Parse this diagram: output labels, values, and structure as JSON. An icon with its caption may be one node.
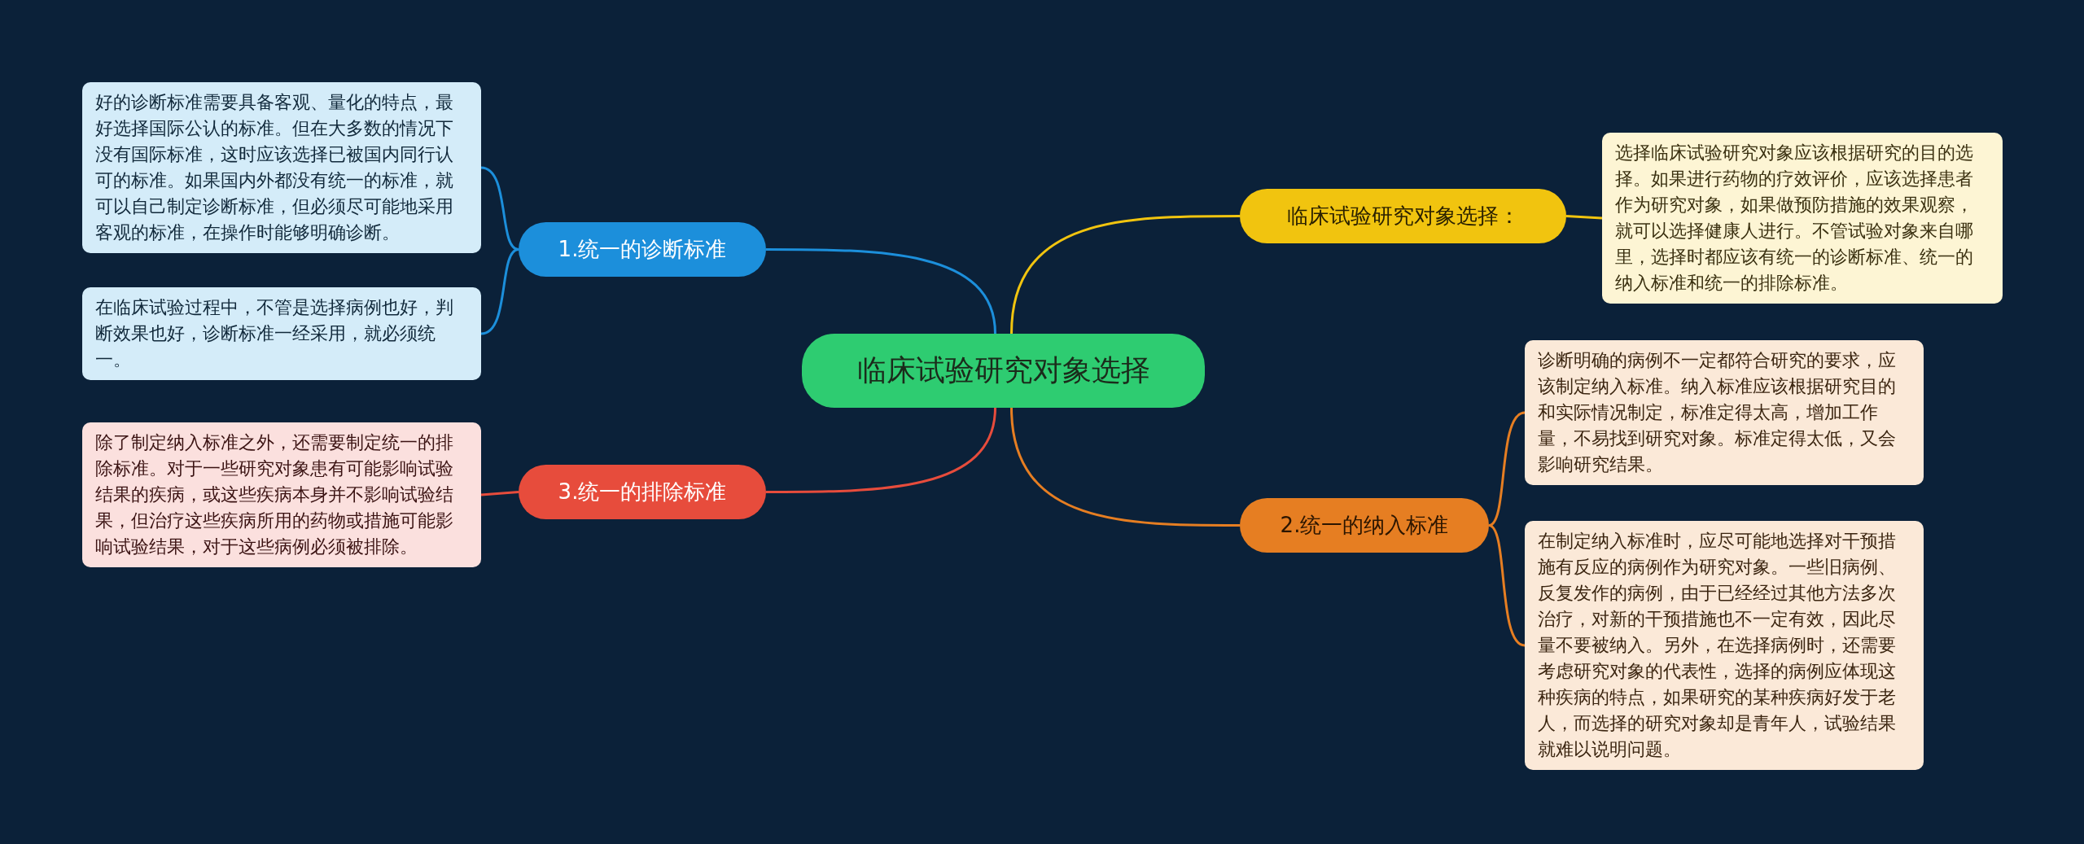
{
  "diagram": {
    "nodes": [
      {
        "text": [
          "临床试验研究对象选择"
        ]
      },
      {
        "text": [
          "临床试验研究对象选择："
        ]
      },
      {
        "text": [
          "选择临床试验研究对象应该根据研究的目的选择。如果进行药物的疗效评价，应该选择患者作为研究对象，如果做预防措施的效果观察，就可以选择健康人进行。不管试验对象来自哪里，选择时都应该有统一的诊断标准、统一的纳入标准和统一的排除标准。"
        ]
      },
      {
        "text": [
          "2.统一的纳入标准"
        ]
      },
      {
        "text": [
          "诊断明确的病例不一定都符合研究的要求，应该制定纳入标准。纳入标准应该根据研究目的和实际情况制定，标准定得太高，增加工作量，不易找到研究对象。标准定得太低，又会影响研究结果。"
        ]
      },
      {
        "text": [
          "在制定纳入标准时，应尽可能地选择对干预措施有反应的病例作为研究对象。一些旧病例、反复发作的病例，由于已经经过其他方法多次治疗，对新的干预措施也不一定有效，因此尽量不要被纳入。另外，在选择病例时，还需要考虑研究对象的代表性，选择的病例应体现这种疾病的特点，如果研究的某种疾病好发于老人，而选择的研究对象却是青年人，试验结果就难以说明问题。"
        ]
      },
      {
        "text": [
          "1.统一的诊断标准"
        ]
      },
      {
        "text": [
          "好的诊断标准需要具备客观、量化的特点，最好选择国际公认的标准。但在大多数的情况下没有国际标准，这时应该选择已被国内同行认可的标准。如果国内外都没有统一的标准，就可以自己制定诊断标准，但必须尽可能地采用客观的标准，在操作时能够明确诊断。"
        ]
      },
      {
        "text": [
          "在临床试验过程中，不管是选择病例也好，判断效果也好，诊断标准一经采用，就必须统一。"
        ]
      },
      {
        "text": [
          "3.统一的排除标准"
        ]
      },
      {
        "text": [
          "除了制定纳入标准之外，还需要制定统一的排除标准。对于一些研究对象患有可能影响试验结果的疾病，或这些疾病本身并不影响试验结果，但治疗这些疾病所用的药物或措施可能影响试验结果，对于这些病例必须被排除。"
        ]
      }
    ],
    "edges": [
      {
        "from": 0,
        "to": 1,
        "arrow": "none",
        "color": "#f1c40f"
      },
      {
        "from": 1,
        "to": 2,
        "arrow": "none",
        "color": "#f1c40f"
      },
      {
        "from": 0,
        "to": 3,
        "arrow": "none",
        "color": "#e67e22"
      },
      {
        "from": 3,
        "to": 4,
        "arrow": "none",
        "color": "#e67e22"
      },
      {
        "from": 3,
        "to": 5,
        "arrow": "none",
        "color": "#e67e22"
      },
      {
        "from": 0,
        "to": 6,
        "arrow": "none",
        "color": "#1c8fdb"
      },
      {
        "from": 6,
        "to": 7,
        "arrow": "none",
        "color": "#1c8fdb"
      },
      {
        "from": 6,
        "to": 8,
        "arrow": "none",
        "color": "#1c8fdb"
      },
      {
        "from": 0,
        "to": 9,
        "arrow": "none",
        "color": "#e74c3c"
      },
      {
        "from": 9,
        "to": 10,
        "arrow": "none",
        "color": "#e74c3c"
      }
    ]
  }
}
